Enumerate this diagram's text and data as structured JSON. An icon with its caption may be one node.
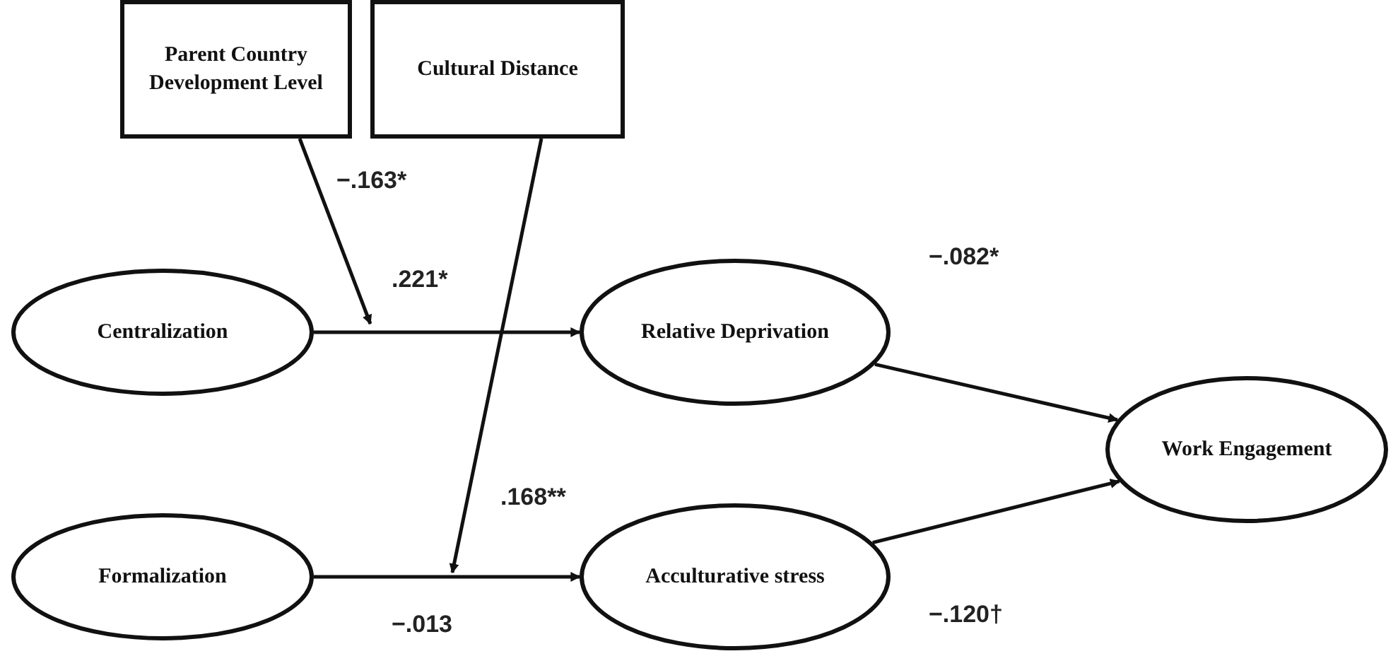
{
  "diagram": {
    "nodes": [
      {
        "text": [
          "Parent Country Development Level"
        ]
      },
      {
        "text": [
          "Cultural Distance"
        ]
      },
      {
        "text": [
          "Centralization"
        ]
      },
      {
        "text": [
          "Relative Deprivation"
        ]
      },
      {
        "text": [
          "Formalization"
        ]
      },
      {
        "text": [
          "Acculturative stress"
        ]
      },
      {
        "text": [
          "Work Engagement"
        ]
      }
    ],
    "edges": [
      {
        "from": 2,
        "to": 3,
        "arrow": "to",
        "label": ".221*"
      },
      {
        "from": 4,
        "to": 5,
        "arrow": "to",
        "label": "−.013"
      },
      {
        "from": 3,
        "to": 6,
        "arrow": "to",
        "label": "−.082*"
      },
      {
        "from": 5,
        "to": 6,
        "arrow": "to",
        "label": "−.120†"
      },
      {
        "from": 0,
        "to": null,
        "arrow": "to",
        "label": "−.163*"
      },
      {
        "from": 1,
        "to": null,
        "arrow": "to",
        "label": ".168**"
      }
    ]
  }
}
